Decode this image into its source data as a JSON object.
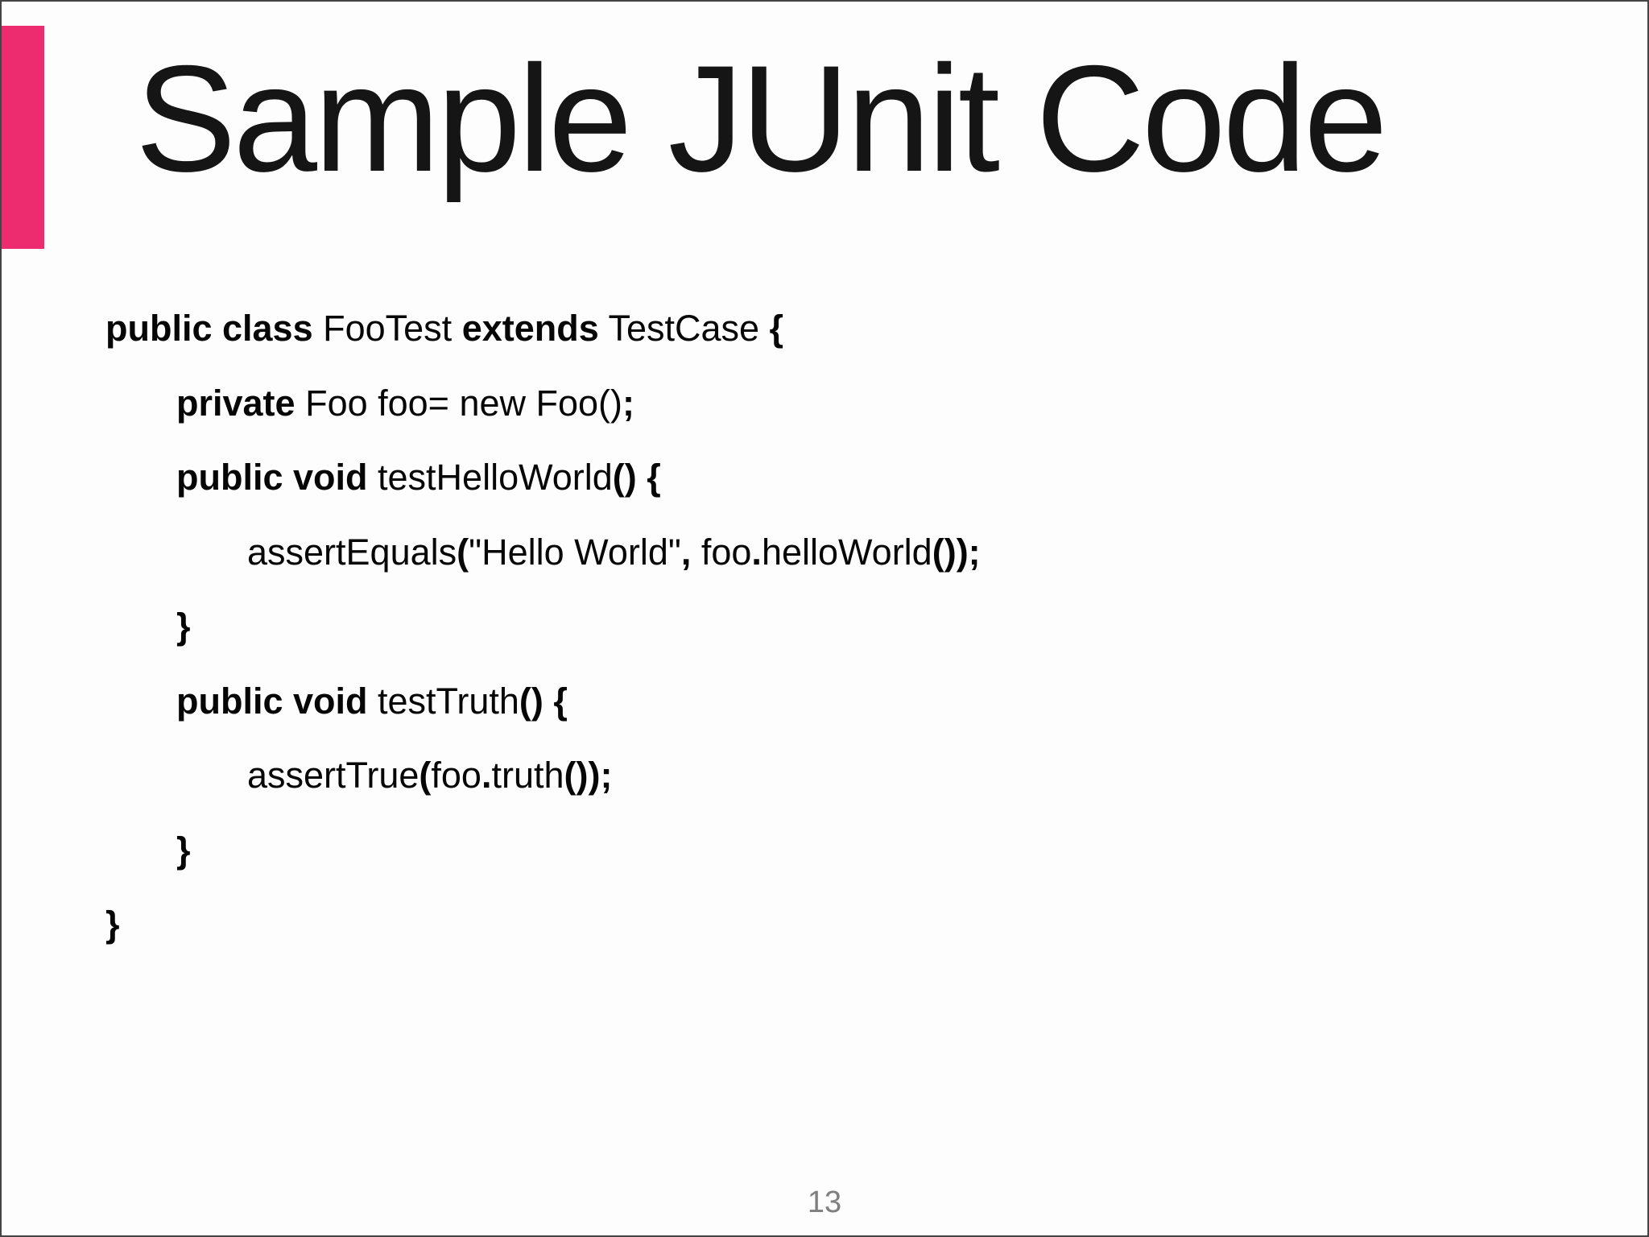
{
  "slide": {
    "title": "Sample JUnit Code",
    "page_number": "13",
    "colors": {
      "accent": "#EC2C6F",
      "border": "#444444",
      "page_number": "#7f7f7f",
      "code_text": "#060606"
    },
    "code_lines": [
      {
        "indent": 0,
        "segments": [
          {
            "t": "public class",
            "b": true
          },
          {
            "t": " FooTest ",
            "b": false
          },
          {
            "t": "extends",
            "b": true
          },
          {
            "t": " TestCase ",
            "b": false
          },
          {
            "t": "{",
            "b": true
          }
        ]
      },
      {
        "indent": 1,
        "segments": [
          {
            "t": "private",
            "b": true
          },
          {
            "t": " Foo foo= new Foo()",
            "b": false
          },
          {
            "t": ";",
            "b": true
          }
        ]
      },
      {
        "indent": 1,
        "segments": [
          {
            "t": "public void",
            "b": true
          },
          {
            "t": " testHelloWorld",
            "b": false
          },
          {
            "t": "() {",
            "b": true
          }
        ]
      },
      {
        "indent": 2,
        "segments": [
          {
            "t": "assertEquals",
            "b": false
          },
          {
            "t": "(",
            "b": true
          },
          {
            "t": "\"Hello World\"",
            "b": false
          },
          {
            "t": ",",
            "b": true
          },
          {
            "t": " foo",
            "b": false
          },
          {
            "t": ".",
            "b": true
          },
          {
            "t": "helloWorld",
            "b": false
          },
          {
            "t": "());",
            "b": true
          }
        ]
      },
      {
        "indent": 1,
        "segments": [
          {
            "t": "}",
            "b": true
          }
        ]
      },
      {
        "indent": 1,
        "segments": [
          {
            "t": "public void",
            "b": true
          },
          {
            "t": " testTruth",
            "b": false
          },
          {
            "t": "() {",
            "b": true
          }
        ]
      },
      {
        "indent": 2,
        "segments": [
          {
            "t": "assertTrue",
            "b": false
          },
          {
            "t": "(",
            "b": true
          },
          {
            "t": "foo",
            "b": false
          },
          {
            "t": ".",
            "b": true
          },
          {
            "t": "truth",
            "b": false
          },
          {
            "t": "());",
            "b": true
          }
        ]
      },
      {
        "indent": 1,
        "segments": [
          {
            "t": "}",
            "b": true
          }
        ]
      },
      {
        "indent": 0,
        "segments": [
          {
            "t": "}",
            "b": true
          }
        ]
      }
    ]
  }
}
